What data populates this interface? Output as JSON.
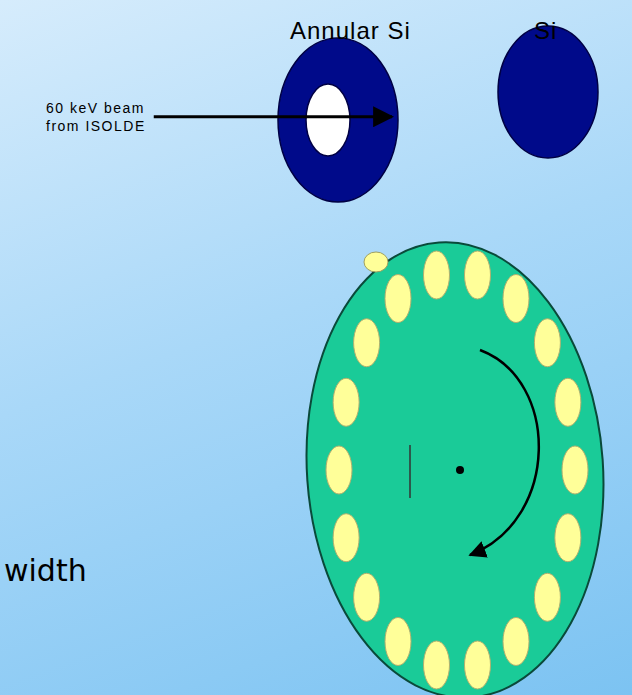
{
  "diagram": {
    "labels": [
      "Annular Si",
      "Si",
      "60 keV beam from ISOLDE",
      "width"
    ]
  }
}
